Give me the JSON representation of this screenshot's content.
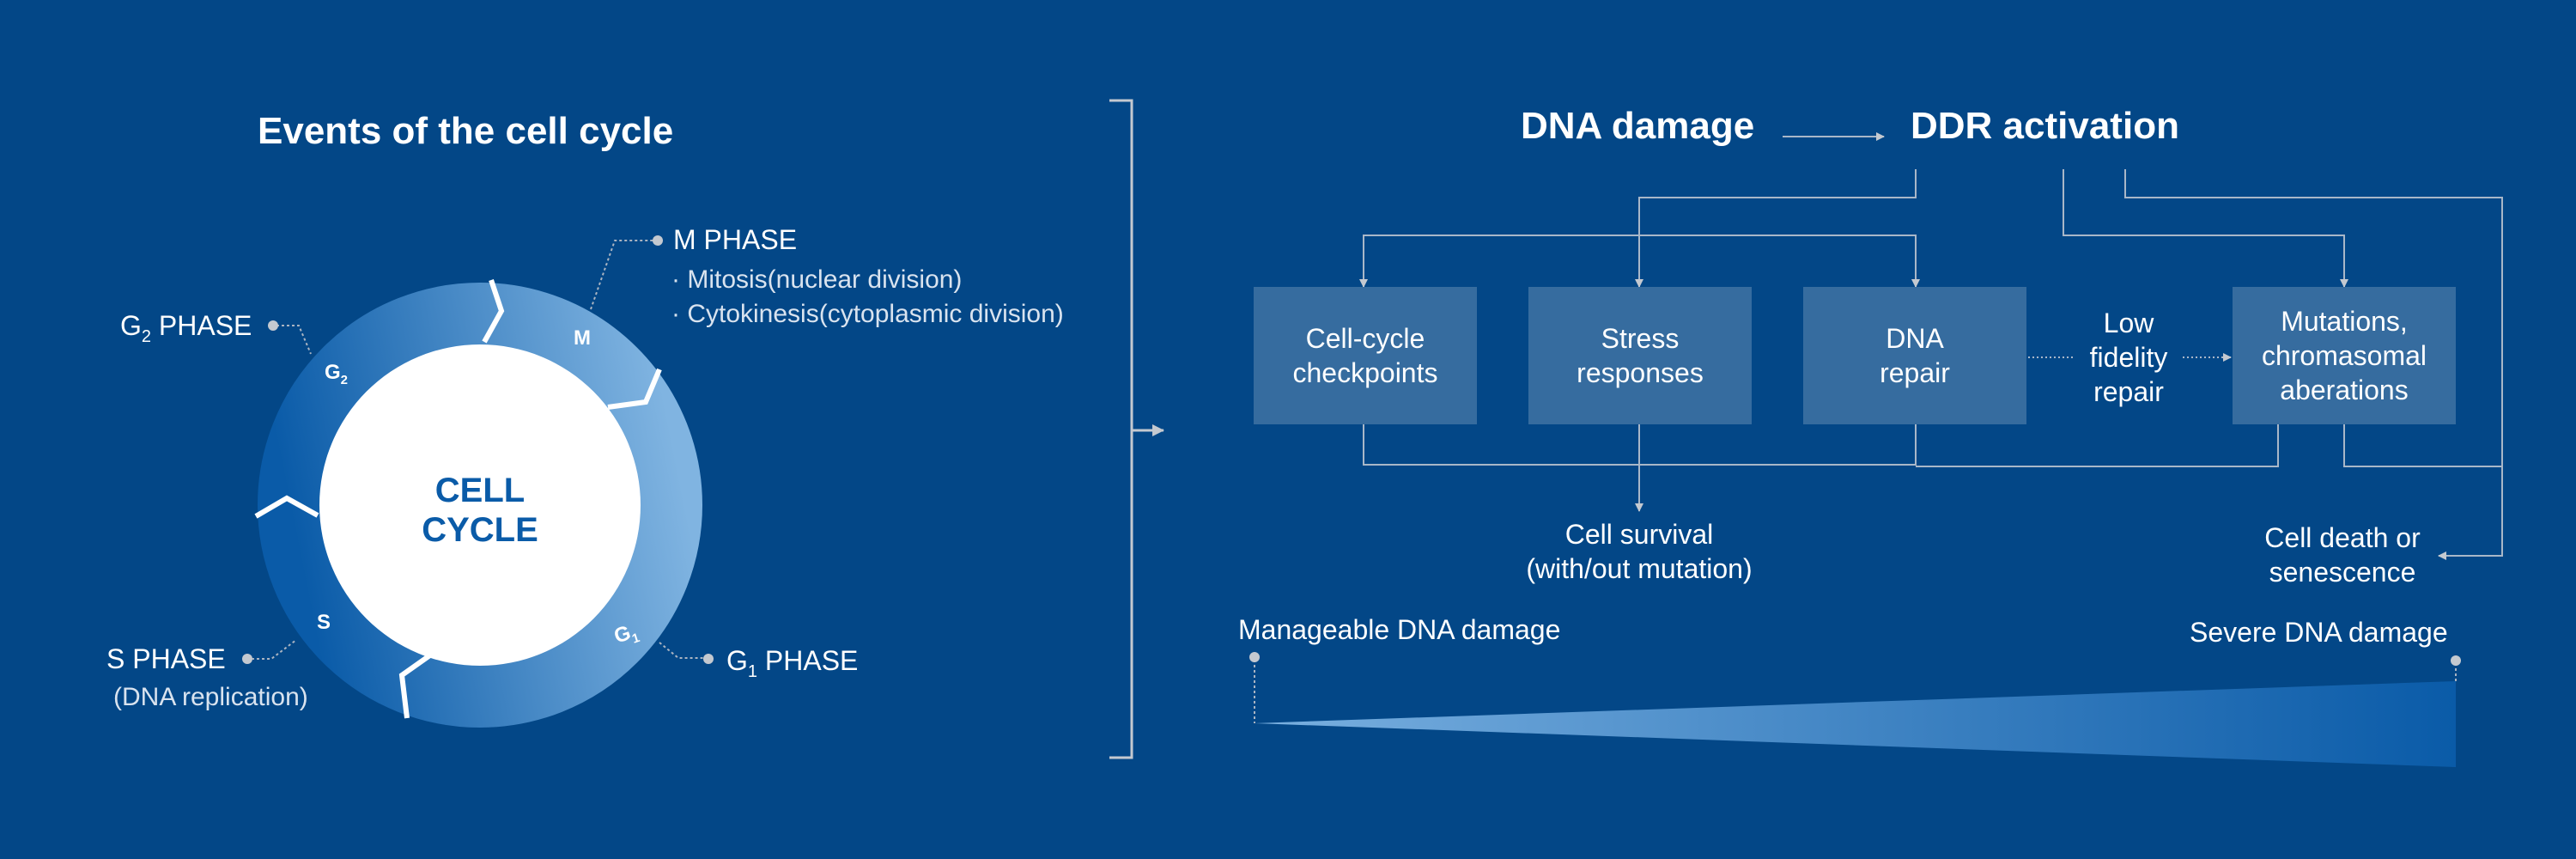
{
  "colors": {
    "background": "#034787",
    "box": "#366c9f",
    "ring_dark": "#0a5ba8",
    "ring_light": "#7fb3e0",
    "connector": "#b8c4d2",
    "center_text": "#0a5ba8"
  },
  "left": {
    "title": "Events of the cell cycle",
    "center": {
      "line1": "CELL",
      "line2": "CYCLE"
    },
    "ring_labels": {
      "m": "M",
      "g2": "G",
      "g2_sub": "2",
      "s": "S",
      "g1": "G",
      "g1_sub": "1"
    },
    "m_phase": {
      "label": "M PHASE",
      "bullets": [
        "· Mitosis(nuclear division)",
        "· Cytokinesis(cytoplasmic division)"
      ]
    },
    "g2_phase": {
      "label_main": "G",
      "label_sub": "2",
      "label_rest": " PHASE"
    },
    "s_phase": {
      "label": "S PHASE",
      "desc": "(DNA replication)"
    },
    "g1_phase": {
      "label_main": "G",
      "label_sub": "1",
      "label_rest": " PHASE"
    }
  },
  "right": {
    "dna_damage": "DNA damage",
    "ddr_activation": "DDR activation",
    "boxes": [
      {
        "line1": "Cell-cycle",
        "line2": "checkpoints"
      },
      {
        "line1": "Stress",
        "line2": "responses"
      },
      {
        "line1": "DNA",
        "line2": "repair"
      },
      {
        "line1": "Mutations,",
        "line2": "chromasomal",
        "line3": "aberations"
      }
    ],
    "low_fidelity": {
      "line1": "Low",
      "line2": "fidelity",
      "line3": "repair"
    },
    "cell_survival": {
      "line1": "Cell survival",
      "line2": "(with/out mutation)"
    },
    "cell_death": {
      "line1": "Cell death or",
      "line2": "senescence"
    },
    "scale": {
      "low": "Manageable DNA damage",
      "high": "Severe DNA damage"
    }
  }
}
